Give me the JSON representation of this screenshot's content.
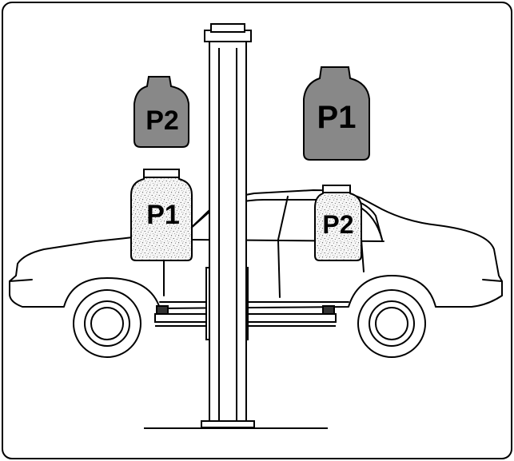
{
  "weights": {
    "top_left_label": "P2",
    "top_right_label": "P1",
    "on_car_front_label": "P1",
    "on_car_rear_label": "P2"
  },
  "colors": {
    "top_weight_fill": "#888888",
    "speckled_weight_fill": "#f4f4f4",
    "line": "#000000",
    "frame": "#000000"
  }
}
